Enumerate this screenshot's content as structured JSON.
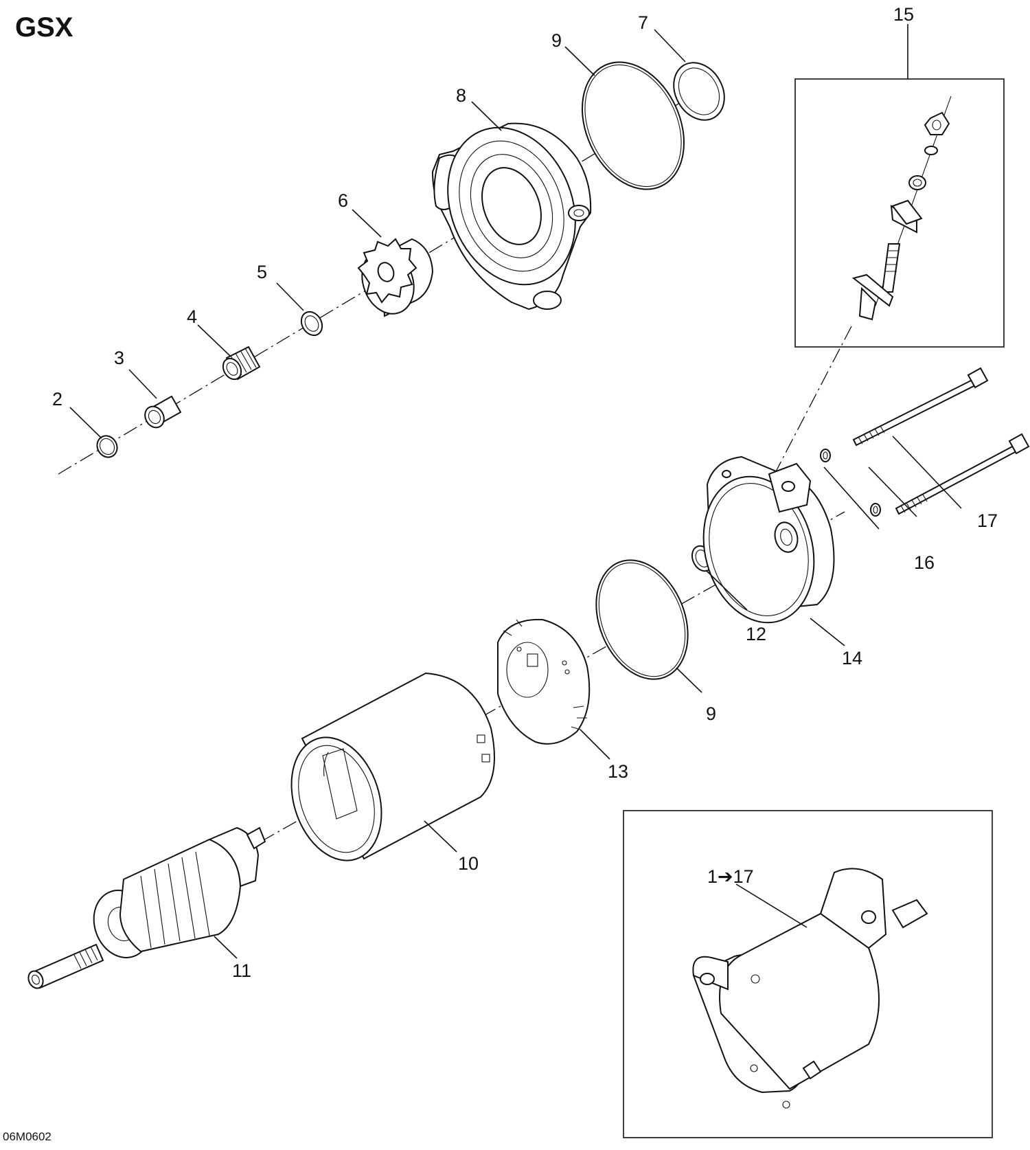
{
  "header": {
    "title": "GSX"
  },
  "footer": {
    "drawing_code": "06M0602"
  },
  "callouts": {
    "c1_17": "1➔17",
    "c2": "2",
    "c3": "3",
    "c4": "4",
    "c5": "5",
    "c6": "6",
    "c7": "7",
    "c8": "8",
    "c9a": "9",
    "c9b": "9",
    "c10": "10",
    "c11": "11",
    "c12": "12",
    "c13": "13",
    "c14": "14",
    "c15": "15",
    "c16": "16",
    "c17": "17"
  }
}
